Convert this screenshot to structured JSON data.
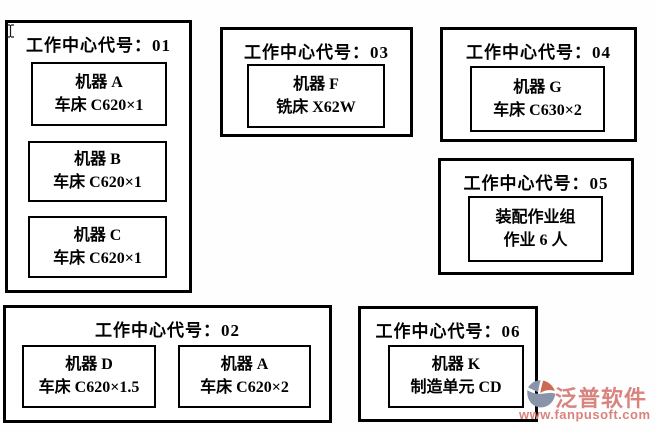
{
  "workcenters": [
    {
      "id": "01",
      "title": "工作中心代号：01",
      "machines": [
        {
          "name": "机器 A",
          "spec": "车床 C620×1"
        },
        {
          "name": "机器 B",
          "spec": "车床 C620×1"
        },
        {
          "name": "机器 C",
          "spec": "车床 C620×1"
        }
      ]
    },
    {
      "id": "03",
      "title": "工作中心代号：03",
      "machines": [
        {
          "name": "机器 F",
          "spec": "铣床 X62W"
        }
      ]
    },
    {
      "id": "04",
      "title": "工作中心代号：04",
      "machines": [
        {
          "name": "机器 G",
          "spec": "车床 C630×2"
        }
      ]
    },
    {
      "id": "05",
      "title": "工作中心代号：05",
      "machines": [
        {
          "name": "装配作业组",
          "spec": "作业 6 人"
        }
      ]
    },
    {
      "id": "02",
      "title": "工作中心代号：02",
      "machines": [
        {
          "name": "机器 D",
          "spec": "车床 C620×1.5"
        },
        {
          "name": "机器 A",
          "spec": "车床 C620×2"
        }
      ]
    },
    {
      "id": "06",
      "title": "工作中心代号：06",
      "machines": [
        {
          "name": "机器 K",
          "spec": "制造单元 CD"
        }
      ]
    }
  ],
  "watermark": {
    "brand": "泛普软件",
    "url": "www.fanpusoft.com",
    "text_color": "#d9837d",
    "logo_blue": "#8a94a9",
    "logo_red": "#cc6a52"
  },
  "colors": {
    "border": "#000000",
    "background": "#ffffff"
  }
}
